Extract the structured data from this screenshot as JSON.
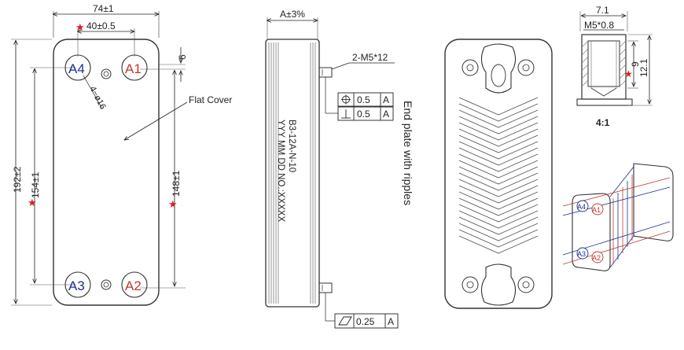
{
  "front_view": {
    "width_dim": "74±1",
    "port_spacing_dim": "40±0.5",
    "height_dim": "192±2",
    "port_pitch_left_dim": "154±1",
    "port_pitch_right_dim": "148±1",
    "top_offset_dim": "6",
    "hole_dim": "4−ø16",
    "flat_cover_label": "Flat Cover",
    "ports": [
      "A4",
      "A1",
      "A3",
      "A2"
    ]
  },
  "side_view": {
    "thickness_dim": "A±3%",
    "stud_label": "2-M5*12",
    "tolerance_position_value": "0.5",
    "tolerance_position_datum": "A",
    "tolerance_perp_value": "0.5",
    "tolerance_perp_datum": "A",
    "tolerance_flat_value": "0.25",
    "tolerance_flat_datum": "A",
    "model_text": "B3-12A-N-10",
    "date_text": "YYY MM DD NO.:XXXXX",
    "end_plate_label": "End plate with ripples"
  },
  "detail_view": {
    "width_dim": "7.1",
    "thread_dim": "M5*0.8",
    "inner_dim": "9",
    "outer_dim": "12.1",
    "scale_label": "4:1"
  },
  "iso_view": {
    "ports": [
      "A4",
      "A1",
      "A3",
      "A2"
    ]
  },
  "colors": {
    "line": "#333333",
    "blue_port": "#1f2e8f",
    "red_port": "#c0392b",
    "star": "#d62020"
  }
}
